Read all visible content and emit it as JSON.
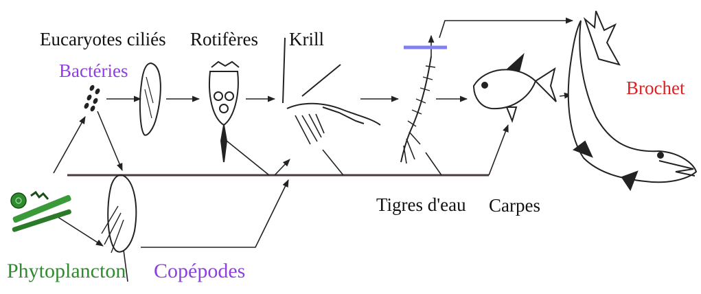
{
  "organisms": {
    "eucaryotes": "Eucaryotes ciliés",
    "bacteries": "Bactéries",
    "rotiferes": "Rotifères",
    "krill": "Krill",
    "tigres": "Tigres d'eau",
    "carpes": "Carpes",
    "brochet": "Brochet",
    "phytoplancton": "Phytoplancton",
    "copepodes": "Copépodes"
  },
  "colors": {
    "bacteries": "#8e3fe0",
    "copepodes": "#8e3fe0",
    "phytoplancton": "#2e8b2e",
    "brochet": "#e02020",
    "default_label": "#111111",
    "link_line": "#4a3a44",
    "highlight_bar": "#8080f0"
  },
  "icons": {
    "phytoplancton": "algae-cells-icon",
    "bacteries": "bacteria-icon",
    "eucaryotes": "ciliate-icon",
    "rotiferes": "rotifer-icon",
    "krill": "krill-icon",
    "copepodes": "copepod-icon",
    "tigres": "water-tiger-larva-icon",
    "carpes": "carp-fish-icon",
    "brochet": "pike-fish-icon"
  }
}
